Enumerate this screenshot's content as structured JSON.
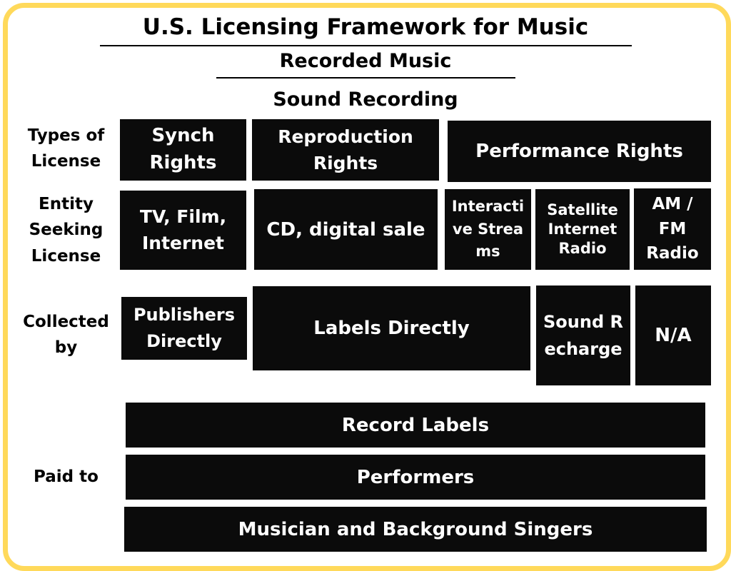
{
  "title": "U.S. Licensing Framework for Music",
  "subtitle": "Recorded Music",
  "section": "Sound Recording",
  "row_labels": {
    "types": "Types of License",
    "entity": "Entity Seeking License",
    "collected": "Collected by",
    "paid": "Paid to"
  },
  "license_types": {
    "synch": "Synch Rights",
    "reproduction": "Reproduction Rights",
    "performance": "Performance Rights"
  },
  "entities": {
    "tv_film": "TV, Film, Internet",
    "cd_digital": "CD, digital sale",
    "interactive": "Interactive Streams",
    "satellite": "Satellite Internet Radio",
    "am_fm": "AM / FM Radio"
  },
  "collectors": {
    "publishers": "Publishers Directly",
    "labels": "Labels Directly",
    "sound_recharge": "Sound Recharge",
    "na": "N/A"
  },
  "payees": {
    "record_labels": "Record Labels",
    "performers": "Performers",
    "musicians": "Musician and Background Singers"
  },
  "colors": {
    "frame": "#ffd95a",
    "box": "#0b0b0b",
    "box_text": "#ffffff",
    "text": "#000000"
  }
}
